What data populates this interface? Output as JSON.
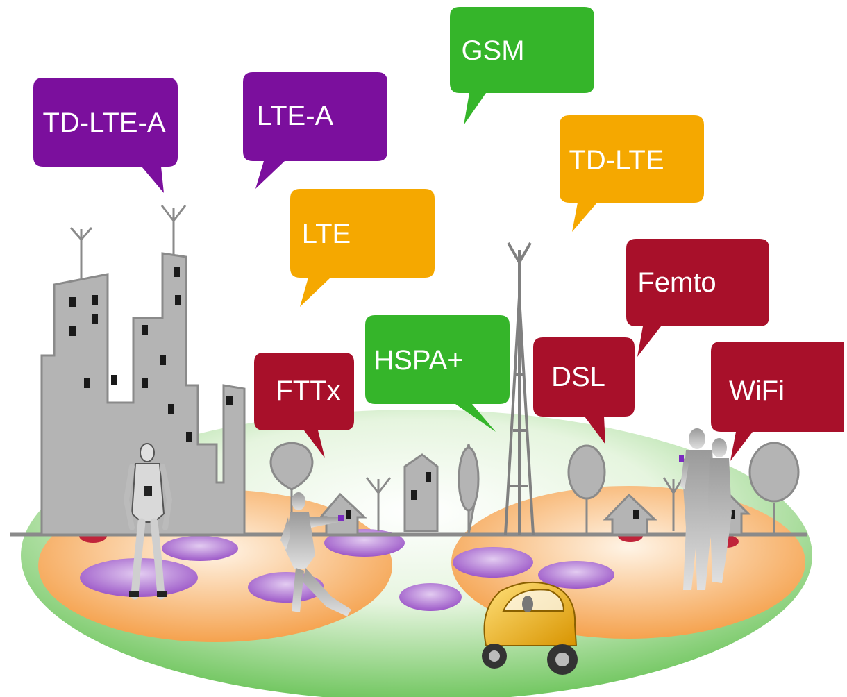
{
  "colors": {
    "purple": "#7b0f9d",
    "green": "#35b52a",
    "orange": "#f5a800",
    "red": "#a8102a",
    "building_gray": "#b4b4b4",
    "building_outline": "#8a8a8a",
    "ground_green": "#6cc55a",
    "ground_orange": "#f6b271",
    "cell_purple": "#b17ad3"
  },
  "bubbles": [
    {
      "id": "td-lte-a",
      "label": "TD-LTE-A",
      "color": "purple"
    },
    {
      "id": "lte-a",
      "label": "LTE-A",
      "color": "purple"
    },
    {
      "id": "gsm",
      "label": "GSM",
      "color": "green"
    },
    {
      "id": "td-lte",
      "label": "TD-LTE",
      "color": "orange"
    },
    {
      "id": "lte",
      "label": "LTE",
      "color": "orange"
    },
    {
      "id": "femto",
      "label": "Femto",
      "color": "red"
    },
    {
      "id": "hspa-plus",
      "label": "HSPA+",
      "color": "green"
    },
    {
      "id": "fttx",
      "label": "FTTx",
      "color": "red"
    },
    {
      "id": "dsl",
      "label": "DSL",
      "color": "red"
    },
    {
      "id": "wifi",
      "label": "WiFi",
      "color": "red"
    }
  ],
  "scene_elements": [
    "robot",
    "skater",
    "couple",
    "car",
    "city-buildings",
    "antenna-tower",
    "houses",
    "trees"
  ]
}
